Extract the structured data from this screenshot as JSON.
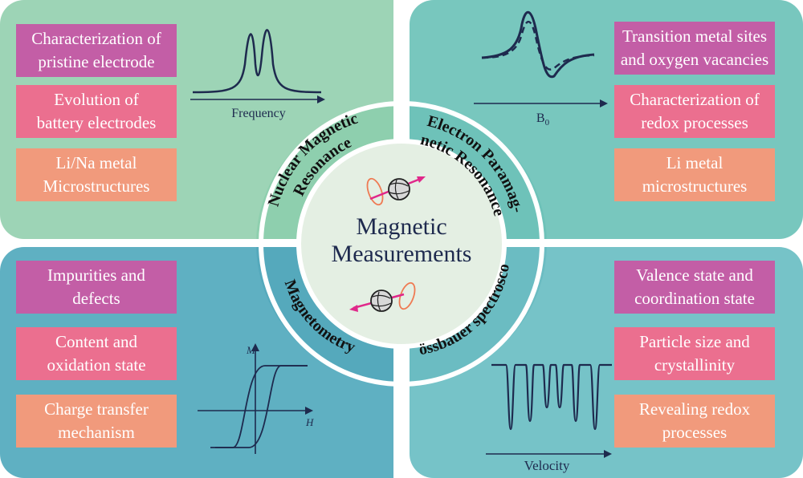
{
  "center_title": {
    "line1": "Magnetic",
    "line2": "Measurements"
  },
  "techniques": {
    "nmr": "Nuclear Magnetic Resonance",
    "epr_line1": "Electron Paramag-",
    "epr_line2": "netic Resonance",
    "magnetometry": "Magnetometry",
    "mossbauer": "Mössbauer spectroscopy"
  },
  "nmr_panel": {
    "items": [
      {
        "text": "Characterization of\npristine electrode",
        "color": "#c35ea6"
      },
      {
        "text": "Evolution of\nbattery electrodes",
        "color": "#eb6f8f"
      },
      {
        "text": "Li/Na metal\nMicrostructures",
        "color": "#f19a7c"
      }
    ],
    "axis_label": "Frequency"
  },
  "epr_panel": {
    "items": [
      {
        "text": "Transition metal sites\nand oxygen vacancies",
        "color": "#c35ea6"
      },
      {
        "text": "Characterization of\nredox processes",
        "color": "#eb6f8f"
      },
      {
        "text": "Li metal\nmicrostructures",
        "color": "#f19a7c"
      }
    ],
    "axis_label": "B",
    "axis_label_subscript": "0"
  },
  "magnetometry_panel": {
    "items": [
      {
        "text": "Impurities and\ndefects",
        "color": "#c35ea6"
      },
      {
        "text": "Content and\noxidation state",
        "color": "#eb6f8f"
      },
      {
        "text": "Charge transfer\nmechanism",
        "color": "#f19a7c"
      }
    ],
    "y_axis_label": "M",
    "x_axis_label": "H"
  },
  "mossbauer_panel": {
    "items": [
      {
        "text": "Valence state and\ncoordination state",
        "color": "#c35ea6"
      },
      {
        "text": "Particle size and\ncrystallinity",
        "color": "#eb6f8f"
      },
      {
        "text": "Revealing redox\nprocesses",
        "color": "#f19a7c"
      }
    ],
    "axis_label": "Velocity"
  },
  "colors": {
    "nmr_bg": "#9dd4b6",
    "epr_bg": "#78c7be",
    "magnetometry_bg": "#5fb0c2",
    "mossbauer_bg": "#76c3c8",
    "center_fill": "#e4efe3",
    "line": "#1e2a4e",
    "arrow": "#e0288a",
    "orbit": "#ef7a53"
  }
}
